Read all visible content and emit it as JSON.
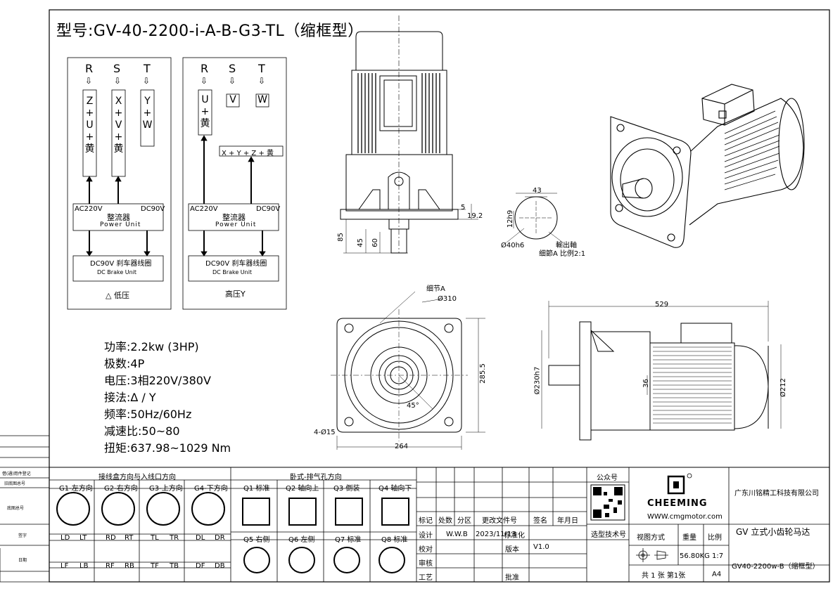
{
  "title": "型号:GV-40-2200-i-A-B-G3-TL（缩框型）",
  "specs": [
    "功率:2.2kw (3HP)",
    "极数:4P",
    "电压:3相220V/380V",
    "接法:Δ / Y",
    "频率:50Hz/60Hz",
    "减速比:50~80",
    "扭矩:637.98~1029 Nm"
  ],
  "wiring_low": {
    "phases": [
      "R",
      "S",
      "T"
    ],
    "col1": "Z\n+\nU\n+\n黄",
    "col2": "X\n+\nV\n+\n黄",
    "col3": "Y\n+\nW",
    "ac": "AC220V",
    "dc": "DC90V",
    "unit_cn": "整流器",
    "unit_en": "Power Unit",
    "brake_cn": "DC90V 刹车器线圈",
    "brake_en": "DC Brake Unit",
    "caption": "△ 低压"
  },
  "wiring_high": {
    "phases": [
      "R",
      "S",
      "T"
    ],
    "col1": "U\n+\n黄",
    "col2": "V",
    "col3": "W",
    "star": "X + Y + Z + 黄",
    "ac": "AC220V",
    "dc": "DC90V",
    "unit_cn": "整流器",
    "unit_en": "Power Unit",
    "brake_cn": "DC90V 刹车器线圈",
    "brake_en": "DC Brake Unit",
    "caption": "高压Y"
  },
  "dims": {
    "d43": "43",
    "d5": "5",
    "d192": "19.2",
    "d12": "12h9",
    "d40": "Ø40h6",
    "shaft_note1": "輸出軸",
    "shaft_note2": "细節A 比例2:1",
    "d85": "85",
    "d45": "45",
    "d60": "60",
    "detailA": "细节A",
    "d310": "Ø310",
    "d2855": "285.5",
    "d45deg": "45°",
    "d415": "4-Ø15",
    "d264": "264",
    "d529": "529",
    "d230": "Ø230h7",
    "d36": "36",
    "d212": "Ø212"
  },
  "bottom": {
    "left_rows": [
      "借(通)用件登记",
      "旧底图总号",
      "底图总号",
      "签字",
      "日期"
    ],
    "sec1_title": "接线盒方向与入线口方向",
    "sec1_items": [
      "G1-左方向",
      "G2-右方向",
      "G3-上方向",
      "G4-下方向"
    ],
    "sec1_codes": [
      [
        "LD",
        "LT"
      ],
      [
        "RD",
        "RT"
      ],
      [
        "TL",
        "TR"
      ],
      [
        "DL",
        "DR"
      ]
    ],
    "sec1_codes2": [
      [
        "LF",
        "LB"
      ],
      [
        "RF",
        "RB"
      ],
      [
        "TF",
        "TB"
      ],
      [
        "DF",
        "DB"
      ]
    ],
    "sec2_title": "卧式-排气孔方向",
    "sec2_items": [
      "Q1 标准",
      "Q2 轴向上",
      "Q3 倒装",
      "Q4 轴向下"
    ],
    "sec2_items2": [
      "Q5 右侧",
      "Q6 左侧",
      "Q7 标准",
      "Q8 标准"
    ],
    "tb_headers": [
      "标记",
      "处数",
      "分区",
      "更改文件号",
      "签名",
      "年月日"
    ],
    "tb_design": "设计",
    "tb_designer": "W.W.B",
    "tb_date": "2023/11/13",
    "tb_std": "标准化",
    "tb_check": "校对",
    "tb_version_l": "版本",
    "tb_version": "V1.0",
    "tb_review": "审核",
    "tb_craft": "工艺",
    "tb_approve": "批准",
    "wechat": "公众号",
    "select_tech": "选型技术号",
    "brand": "CHEEMING",
    "website": "WWW.cmgmotor.com",
    "view_method": "视图方式",
    "weight_l": "重量",
    "scale_l": "比例",
    "weight": "56.80KG",
    "scale": "1:7",
    "sheets": "共 1 张 第1张",
    "paper": "A4",
    "company": "广东川铭精工科技有限公司",
    "product": "GV 立式小齿轮马达",
    "model_code": "GV40-2200w-B（缩框型）"
  }
}
